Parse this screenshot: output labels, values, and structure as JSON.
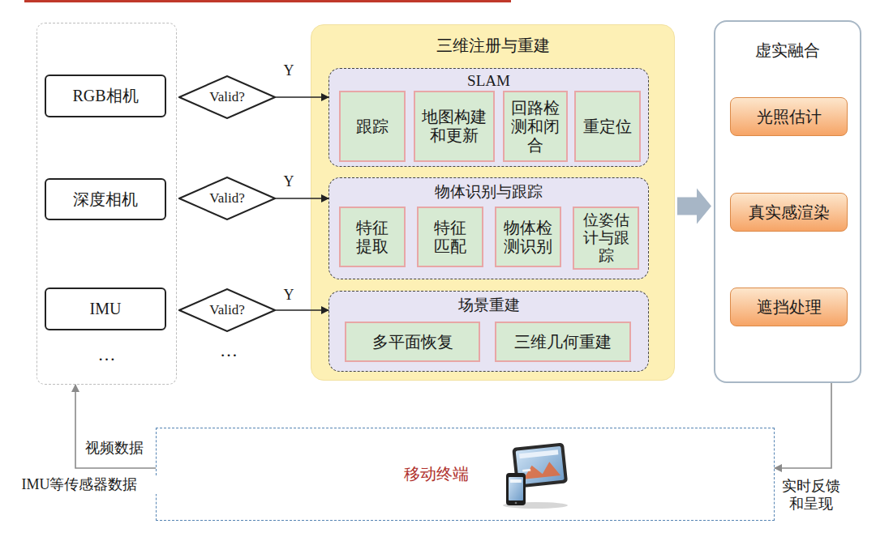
{
  "diagram": {
    "nodes": [
      {
        "text": [
          "…"
        ]
      },
      {
        "text": [
          "RGB相机"
        ],
        "in": 0
      },
      {
        "text": [
          "深度相机"
        ],
        "in": 0
      },
      {
        "text": [
          "IMU"
        ],
        "in": 0
      },
      {
        "text": [
          "Valid?"
        ]
      },
      {
        "text": [
          "Valid?"
        ]
      },
      {
        "text": [
          "Valid?"
        ]
      },
      {
        "text": [
          "三维注册与重建"
        ]
      },
      {
        "text": [
          "SLAM"
        ],
        "in": 7
      },
      {
        "text": [
          "跟踪"
        ],
        "in": 8
      },
      {
        "text": [
          "地图构建和更新"
        ],
        "in": 8
      },
      {
        "text": [
          "回路检测和闭合"
        ],
        "in": 8
      },
      {
        "text": [
          "重定位"
        ],
        "in": 8
      },
      {
        "text": [
          "物体识别与跟踪"
        ],
        "in": 7
      },
      {
        "text": [
          "特征提取"
        ],
        "in": 13
      },
      {
        "text": [
          "特征匹配"
        ],
        "in": 13
      },
      {
        "text": [
          "物体检测识别"
        ],
        "in": 13
      },
      {
        "text": [
          "位姿估计与跟踪"
        ],
        "in": 13
      },
      {
        "text": [
          "场景重建"
        ],
        "in": 7
      },
      {
        "text": [
          "多平面恢复"
        ],
        "in": 18
      },
      {
        "text": [
          "三维几何重建"
        ],
        "in": 18
      },
      {
        "text": [
          "虚实融合"
        ]
      },
      {
        "text": [
          "光照估计"
        ],
        "in": 21
      },
      {
        "text": [
          "真实感渲染"
        ],
        "in": 21
      },
      {
        "text": [
          "遮挡处理"
        ],
        "in": 21
      },
      {
        "text": [
          "移动终端"
        ]
      }
    ],
    "edges": [
      {
        "from": 4,
        "to": 8,
        "arrow": "to",
        "label": "Y"
      },
      {
        "from": 5,
        "to": 13,
        "arrow": "to",
        "label": "Y"
      },
      {
        "from": 6,
        "to": 18,
        "arrow": "to",
        "label": "Y"
      },
      {
        "from": 7,
        "to": 21,
        "arrow": "to"
      },
      {
        "from": 21,
        "to": 25,
        "arrow": "to",
        "label": "实时反馈和呈现"
      },
      {
        "from": 25,
        "to": 0,
        "arrow": "to",
        "label": "视频数据"
      }
    ],
    "labels": [
      "…",
      "IMU等传感器数据"
    ]
  }
}
